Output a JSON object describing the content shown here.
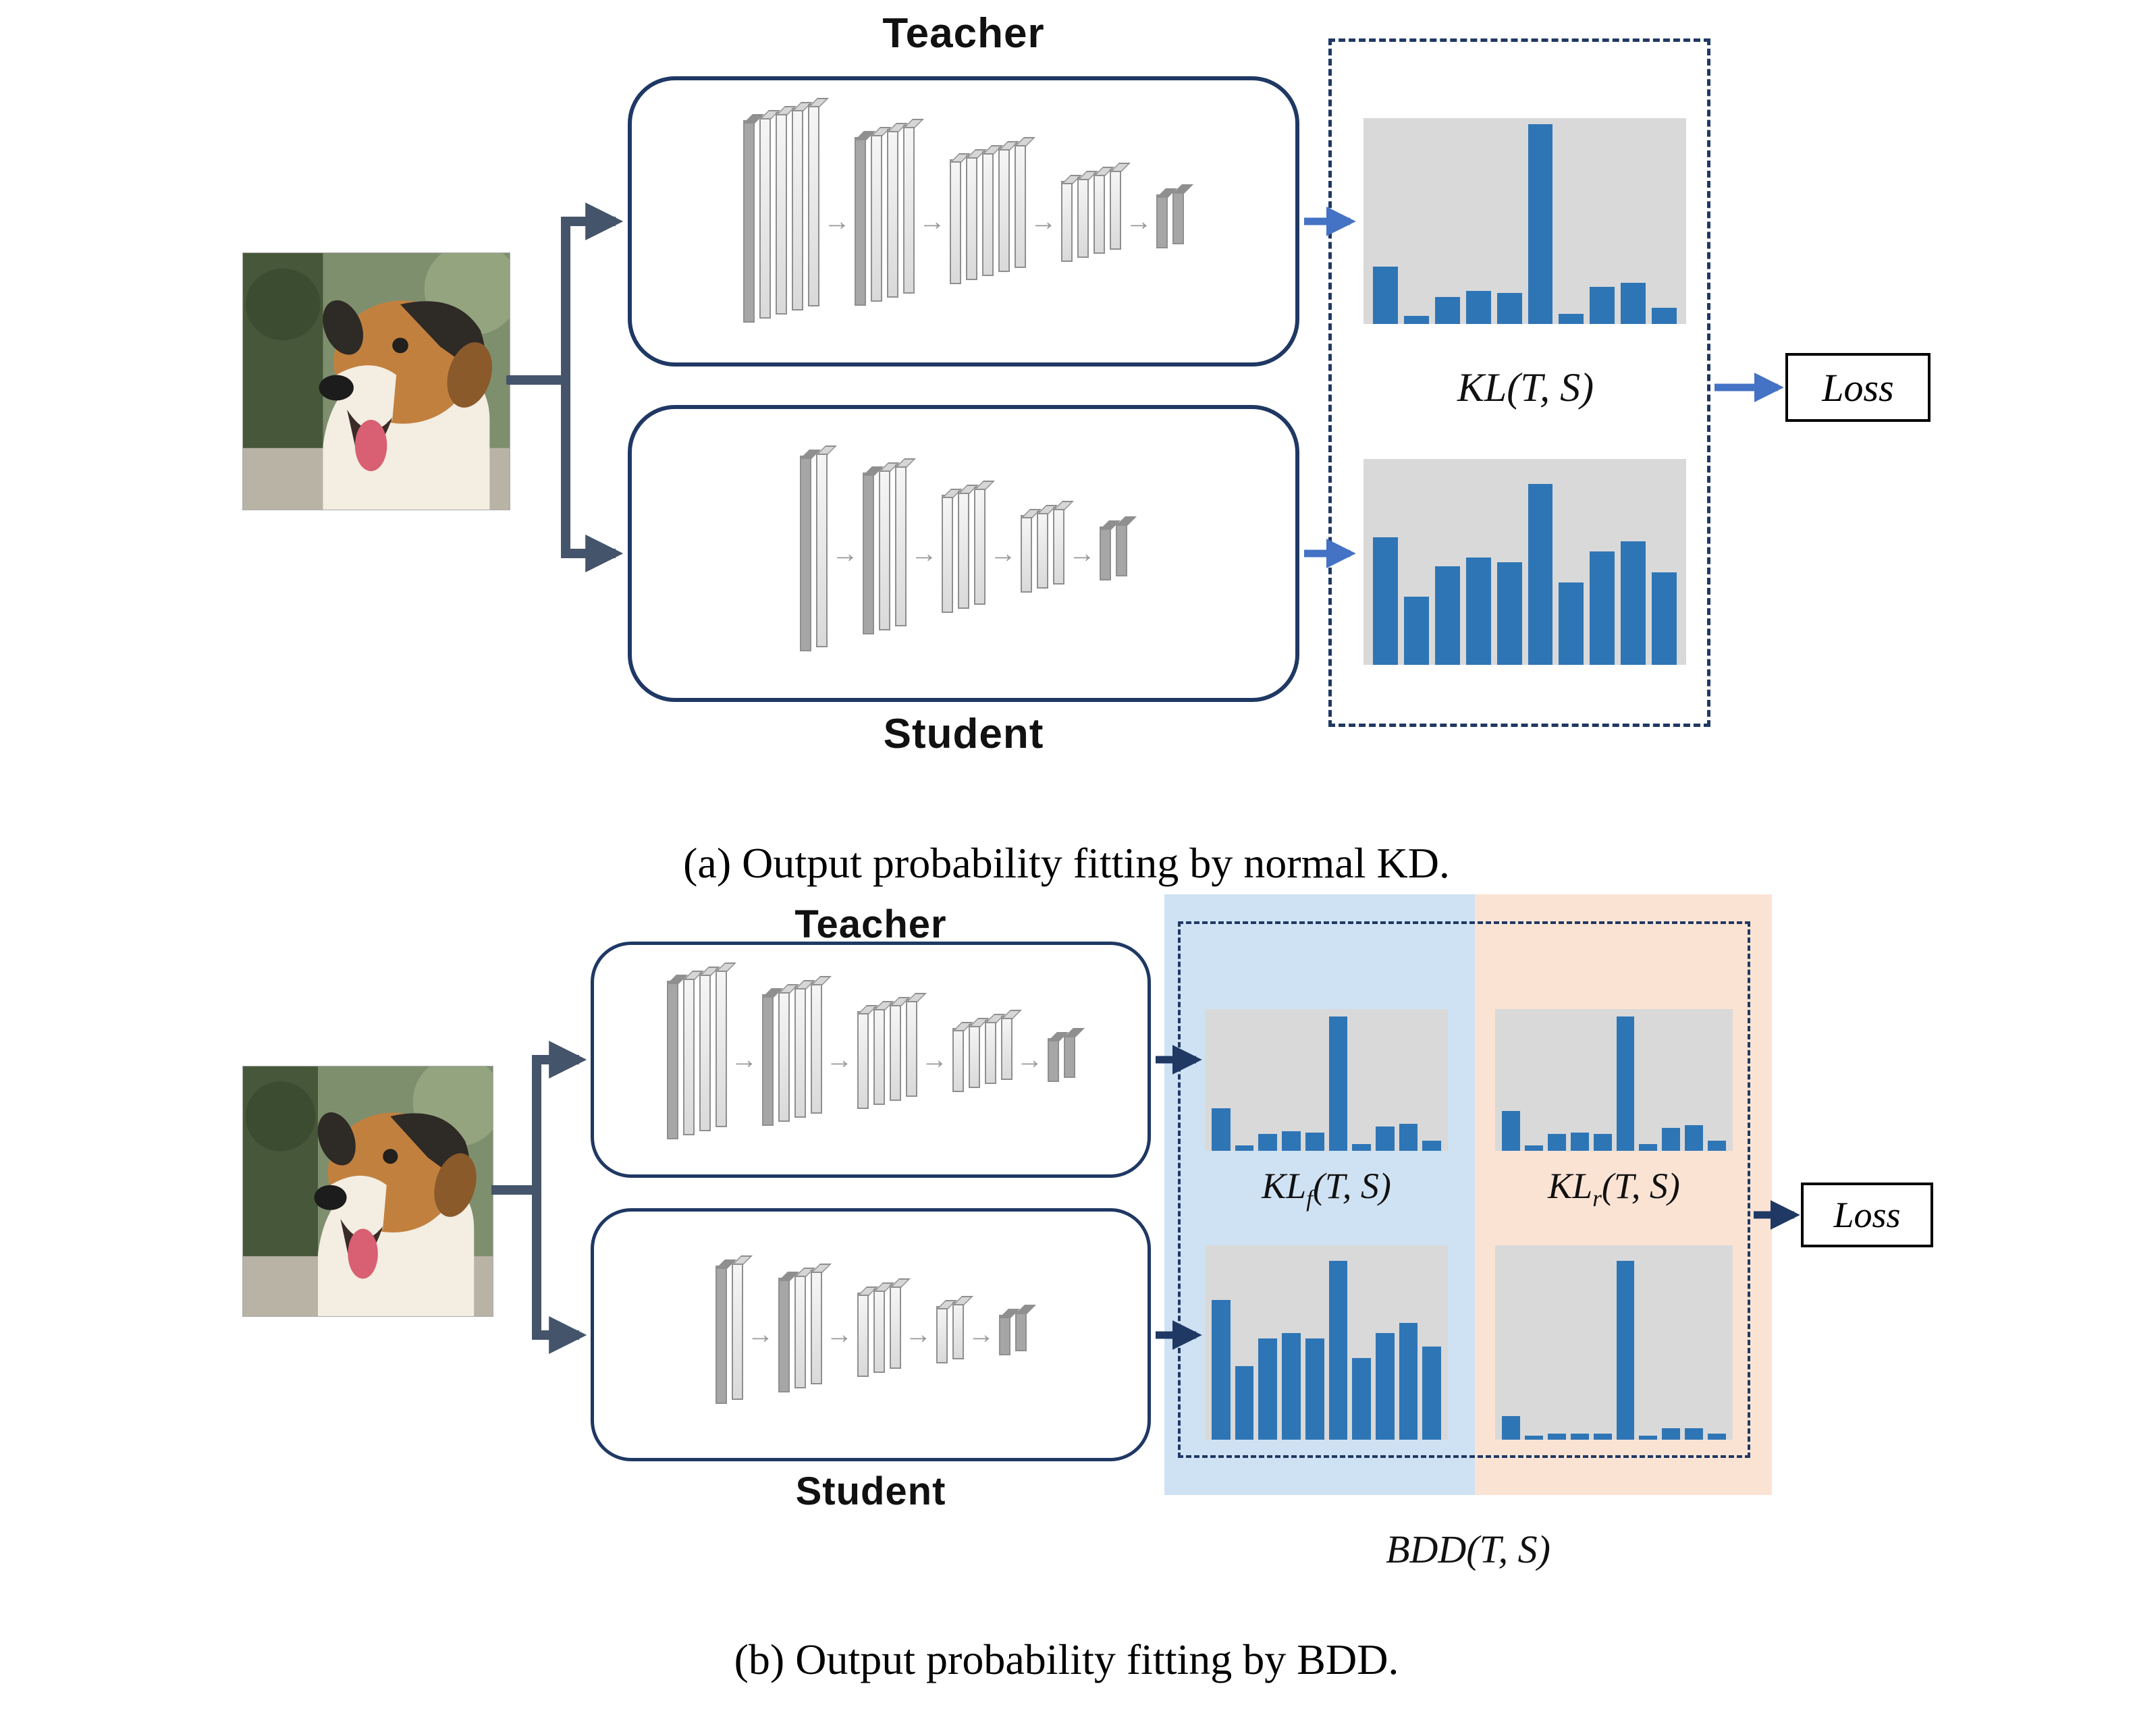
{
  "colors": {
    "bar": "#2e75b6",
    "hist_bg": "#d9d9d9",
    "box_border": "#1f3864",
    "arrow_dark": "#44546a",
    "arrow_blue": "#4472c4",
    "panel_blue": "#cfe2f3",
    "panel_orange": "#fbe3d4"
  },
  "icons": {
    "layer_arrow": "→"
  },
  "figure": {
    "panel_a": {
      "teacher_label": "Teacher",
      "student_label": "Student",
      "kl_label": "KL(T, S)",
      "loss_label": "Loss",
      "caption": "(a) Output probability fitting by normal KD."
    },
    "panel_b": {
      "teacher_label": "Teacher",
      "student_label": "Student",
      "klf": {
        "base": "KL",
        "sub": "f",
        "rest": "(T, S)"
      },
      "klr": {
        "base": "KL",
        "sub": "r",
        "rest": "(T, S)"
      },
      "bdd_label": "BDD(T, S)",
      "loss_label": "Loss",
      "caption": "(b) Output probability fitting by BDD."
    }
  },
  "chart_data": [
    {
      "id": "a-teacher",
      "type": "bar",
      "values": [
        0.28,
        0.04,
        0.13,
        0.16,
        0.15,
        0.97,
        0.05,
        0.18,
        0.2,
        0.08
      ],
      "ylim": [
        0,
        1
      ]
    },
    {
      "id": "a-student",
      "type": "bar",
      "values": [
        0.62,
        0.33,
        0.48,
        0.52,
        0.5,
        0.88,
        0.4,
        0.55,
        0.6,
        0.45
      ],
      "ylim": [
        0,
        1
      ]
    },
    {
      "id": "b-teacher-f",
      "type": "bar",
      "values": [
        0.3,
        0.04,
        0.12,
        0.14,
        0.13,
        0.95,
        0.05,
        0.17,
        0.19,
        0.07
      ],
      "ylim": [
        0,
        1
      ]
    },
    {
      "id": "b-teacher-r",
      "type": "bar",
      "values": [
        0.28,
        0.04,
        0.12,
        0.13,
        0.12,
        0.95,
        0.05,
        0.16,
        0.18,
        0.07
      ],
      "ylim": [
        0,
        1
      ]
    },
    {
      "id": "b-student-f",
      "type": "bar",
      "values": [
        0.72,
        0.38,
        0.52,
        0.55,
        0.52,
        0.92,
        0.42,
        0.55,
        0.6,
        0.48
      ],
      "ylim": [
        0,
        1
      ]
    },
    {
      "id": "b-student-r",
      "type": "bar",
      "values": [
        0.12,
        0.02,
        0.03,
        0.03,
        0.03,
        0.92,
        0.02,
        0.06,
        0.06,
        0.03
      ],
      "ylim": [
        0,
        1
      ]
    }
  ]
}
